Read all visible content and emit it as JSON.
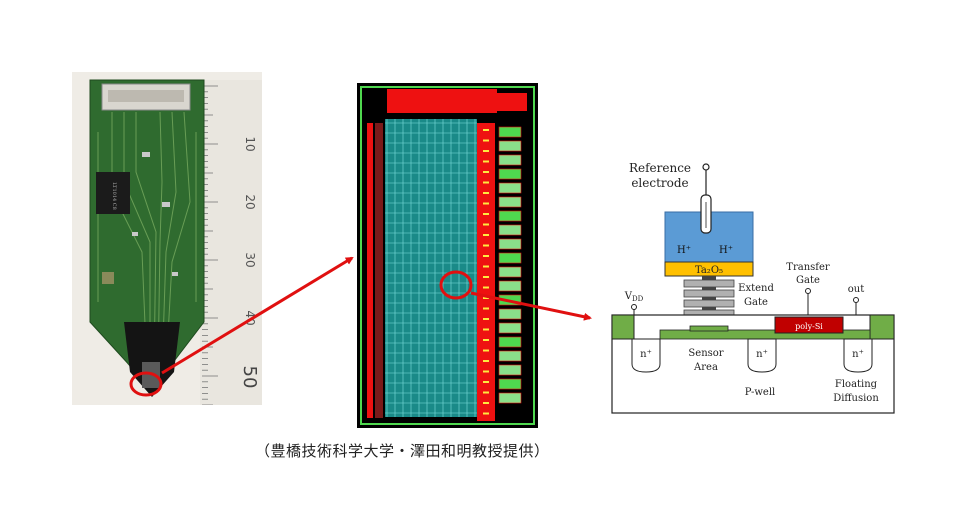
{
  "photo": {
    "ruler_numbers": [
      "10",
      "20",
      "30",
      "40",
      "50"
    ],
    "chip_marking": "LT1014 C8"
  },
  "cross_section": {
    "reference_label_line1": "Reference",
    "reference_label_line2": "electrode",
    "ion_left": "H⁺",
    "ion_right": "H⁺",
    "oxide_label": "Ta₂O₅",
    "extend_gate_line1": "Extend",
    "extend_gate_line2": "Gate",
    "transfer_gate_line1": "Transfer",
    "transfer_gate_line2": "Gate",
    "vdd_main": "V",
    "vdd_sub": "DD",
    "out_label": "out",
    "poly_label": "poly-Si",
    "n_plus": "n⁺",
    "sensor_line1": "Sensor",
    "sensor_line2": "Area",
    "pwell_label": "P-well",
    "floating_line1": "Floating",
    "floating_line2": "Diffusion"
  },
  "caption": "（豊橋技術科学大学・澤田和明教授提供）",
  "colors": {
    "arrow": "#e01010",
    "solution": "#5b9bd5",
    "oxide": "#ffc000",
    "substrate_green": "#70ad47",
    "poly": "#c00000",
    "pcb": "#2f6b2f"
  }
}
